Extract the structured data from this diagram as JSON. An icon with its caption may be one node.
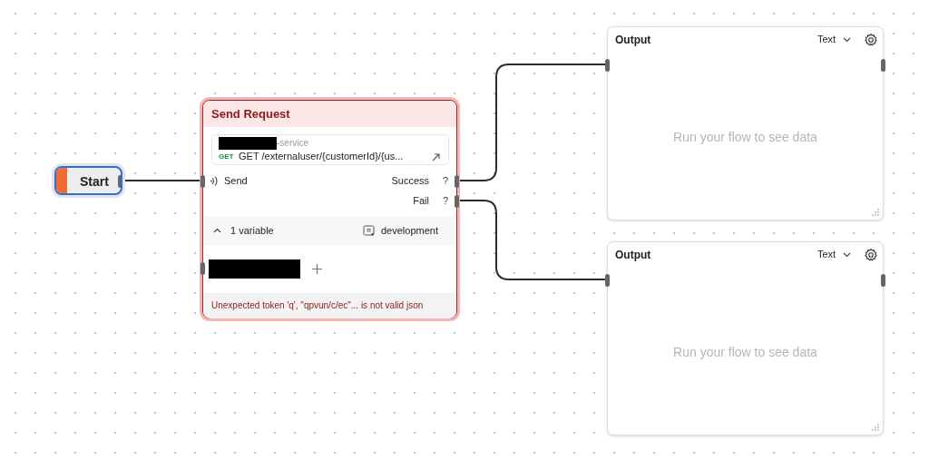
{
  "diagram": {
    "nodes": [
      {
        "text": [
          "Start"
        ]
      },
      {
        "text": [
          "Send Request",
          "-service",
          "GET",
          "GET /externaluser/{customerId}/{us...",
          "Send",
          "Success",
          "?",
          "Fail",
          "?",
          "1 variable",
          "development",
          "Unexpected token 'q', \"qpvun/c/ec\"... is not valid json"
        ]
      },
      {
        "text": [
          "Output",
          "Text",
          "Run your flow to see data"
        ]
      },
      {
        "text": [
          "Output",
          "Text",
          "Run your flow to see data"
        ]
      }
    ],
    "edges": [
      {
        "from": 0,
        "to": 1,
        "arrow": "none"
      },
      {
        "from": 1,
        "to": 2,
        "arrow": "none"
      },
      {
        "from": 1,
        "to": 3,
        "arrow": "none"
      }
    ]
  }
}
